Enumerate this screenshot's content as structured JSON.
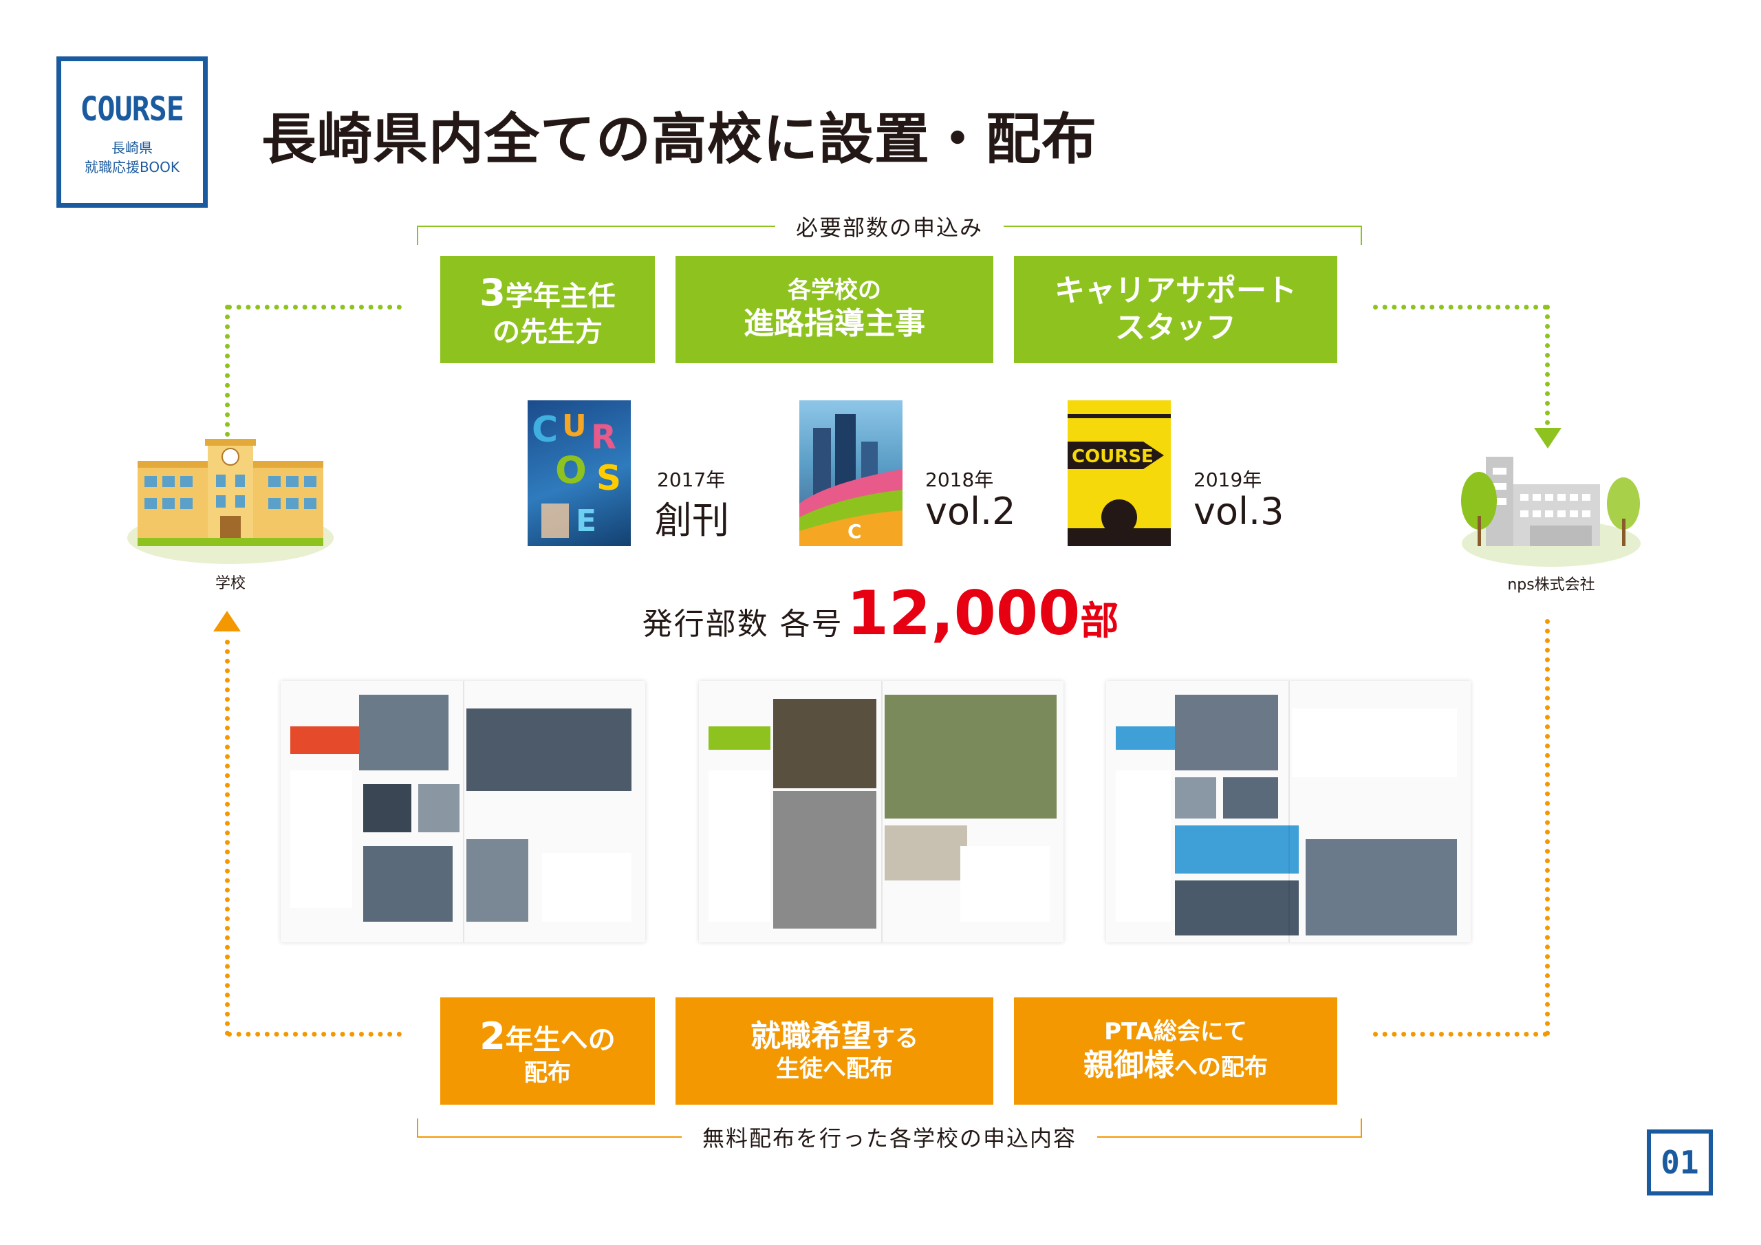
{
  "logo": {
    "title": "COURSE",
    "sub1": "長崎県",
    "sub2": "就職応援BOOK"
  },
  "page_title": "長崎県内全ての高校に設置・配布",
  "top_bracket_label": "必要部数の申込み",
  "bottom_bracket_label": "無料配布を行った各学校の申込内容",
  "green_boxes": [
    {
      "big": "3",
      "l1": "学年主任",
      "l2": "の先生方"
    },
    {
      "l1": "各学校の",
      "l2": "進路指導主事"
    },
    {
      "l1": "キャリアサポート",
      "l2": "スタッフ"
    }
  ],
  "orange_boxes": [
    {
      "big": "2",
      "l1": "年生への",
      "l2": "配布"
    },
    {
      "l1a": "就職希望",
      "l1b": "する",
      "l2": "生徒へ配布"
    },
    {
      "l1": "PTA総会にて",
      "l2a": "親御様",
      "l2b": "への配布"
    }
  ],
  "school_label": "学校",
  "company_label": "nps株式会社",
  "issues": [
    {
      "year": "2017年",
      "name": "創刊"
    },
    {
      "year": "2018年",
      "name": "vol.2"
    },
    {
      "year": "2019年",
      "name": "vol.3"
    }
  ],
  "circulation": {
    "label": "発行部数 各号",
    "number": "12,000",
    "unit": "部"
  },
  "page_number": "01",
  "colors": {
    "green": "#8dc21f",
    "orange": "#f39800",
    "blue": "#1a5a9e",
    "red": "#e60012"
  },
  "icons": {
    "school": "school-building-icon",
    "company": "company-building-icon"
  }
}
